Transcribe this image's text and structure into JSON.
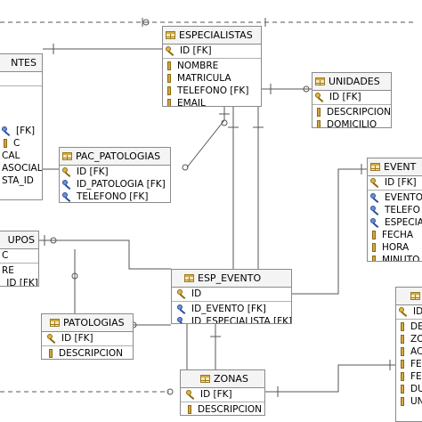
{
  "colors": {
    "line": "#555555",
    "border": "#8a8a8a",
    "header_bg": "#f4f4f4"
  },
  "entities": {
    "especialistas": {
      "name": "ESPECIALISTAS",
      "rows": [
        {
          "icon": "key-icon",
          "text": "ID [FK]"
        },
        {
          "icon": "attribute-icon",
          "text": "NOMBRE"
        },
        {
          "icon": "attribute-icon",
          "text": "MATRICULA"
        },
        {
          "icon": "attribute-icon",
          "text": "TELEFONO [FK]"
        },
        {
          "icon": "attribute-icon",
          "text": "EMAIL"
        }
      ]
    },
    "pacientes": {
      "name": "NTES",
      "rows": [
        {
          "icon": "none",
          "text": ""
        },
        {
          "icon": "none",
          "text": ""
        },
        {
          "icon": "none",
          "text": ""
        },
        {
          "icon": "none",
          "text": ""
        },
        {
          "icon": "none",
          "text": "[FK]"
        },
        {
          "icon": "none",
          "text": "C"
        },
        {
          "icon": "none",
          "text": "CAL"
        },
        {
          "icon": "none",
          "text": "ASOCIAL"
        },
        {
          "icon": "none",
          "text": "STA_ID"
        }
      ]
    },
    "unidades": {
      "name": "UNIDADES",
      "rows": [
        {
          "icon": "key-icon",
          "text": "ID [FK]"
        },
        {
          "icon": "attribute-icon",
          "text": "DESCRIPCION"
        },
        {
          "icon": "attribute-icon",
          "text": "DOMICILIO"
        }
      ]
    },
    "pac_patologias": {
      "name": "PAC_PATOLOGIAS",
      "rows": [
        {
          "icon": "key-icon",
          "text": "ID [FK]"
        },
        {
          "icon": "fk-key-icon",
          "text": "ID_PATOLOGIA [FK]"
        },
        {
          "icon": "fk-key-icon",
          "text": "TELEFONO [FK]"
        }
      ]
    },
    "eventos": {
      "name": "EVENT",
      "rows": [
        {
          "icon": "key-icon",
          "text": "ID [FK]"
        },
        {
          "icon": "fk-key-icon",
          "text": "EVENTO"
        },
        {
          "icon": "fk-key-icon",
          "text": "TELEFO"
        },
        {
          "icon": "fk-key-icon",
          "text": "ESPECIA"
        },
        {
          "icon": "attribute-icon",
          "text": "FECHA"
        },
        {
          "icon": "attribute-icon",
          "text": "HORA"
        },
        {
          "icon": "attribute-icon",
          "text": "MINUTO"
        }
      ]
    },
    "grupos": {
      "name": "UPOS",
      "rows": [
        {
          "icon": "none",
          "text": "C"
        },
        {
          "icon": "none",
          "text": "RE"
        },
        {
          "icon": "none",
          "text": "_ID [FK]"
        }
      ]
    },
    "esp_evento": {
      "name": "ESP_EVENTO",
      "rows": [
        {
          "icon": "key-icon",
          "text": "ID"
        },
        {
          "icon": "fk-key-icon",
          "text": "ID_EVENTO [FK]"
        },
        {
          "icon": "fk-key-icon",
          "text": "ID_ESPECIALISTA [FK]"
        }
      ]
    },
    "patologias": {
      "name": "PATOLOGIAS",
      "rows": [
        {
          "icon": "key-icon",
          "text": "ID [FK]"
        },
        {
          "icon": "attribute-icon",
          "text": "DESCRIPCION"
        }
      ]
    },
    "zonas": {
      "name": "ZONAS",
      "rows": [
        {
          "icon": "key-icon",
          "text": "ID [FK]"
        },
        {
          "icon": "attribute-icon",
          "text": "DESCRIPCION"
        }
      ]
    },
    "right_bottom": {
      "name": "",
      "rows": [
        {
          "icon": "key-icon",
          "text": "ID"
        },
        {
          "icon": "attribute-icon",
          "text": "DE"
        },
        {
          "icon": "attribute-icon",
          "text": "ZO"
        },
        {
          "icon": "attribute-icon",
          "text": "AC"
        },
        {
          "icon": "attribute-icon",
          "text": "FE"
        },
        {
          "icon": "attribute-icon",
          "text": "FE"
        },
        {
          "icon": "attribute-icon",
          "text": "DU"
        },
        {
          "icon": "attribute-icon",
          "text": "UN"
        }
      ]
    }
  }
}
